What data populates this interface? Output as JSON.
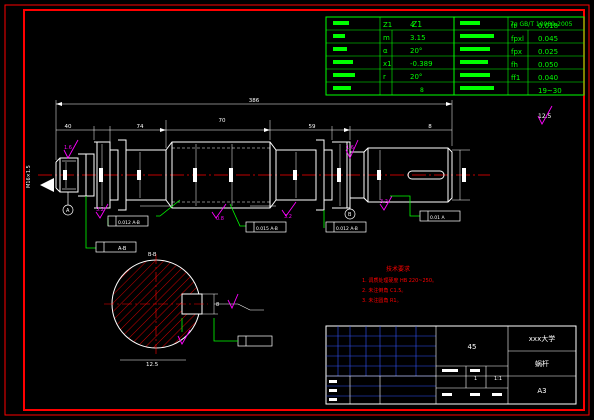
{
  "colors": {
    "background": "#000000",
    "frame": "#ff0000",
    "outline": "#ffffff",
    "table_line": "#00ff00",
    "table_text": "#00ff00",
    "dimension": "#ffffff",
    "annotation": "#ff00ff",
    "centerline": "#ff0000",
    "hatch": "#ff0000",
    "datum_line": "#00ff00",
    "notes_text": "#ff0000",
    "titleblock_line": "#ffffff",
    "titleblock_grid": "#3355ff",
    "arrow": "#ffff00"
  },
  "gear_table": {
    "rows": [
      {
        "symbol": "Z1",
        "value": "4"
      },
      {
        "symbol": "m",
        "value": "3.15"
      },
      {
        "symbol": "α",
        "value": "20°"
      },
      {
        "symbol": "x1",
        "value": "-0.389"
      },
      {
        "symbol": "r",
        "value": "20°"
      },
      {
        "symbol": "",
        "value": "8"
      }
    ],
    "header_value": "Z1",
    "right_header": "7g GB/T 10089-2005",
    "right_rows": [
      {
        "symbol": "fr",
        "value": "0.018"
      },
      {
        "symbol": "fpxl",
        "value": "0.045"
      },
      {
        "symbol": "fpx",
        "value": "0.025"
      },
      {
        "symbol": "fh",
        "value": "0.050"
      },
      {
        "symbol": "ff1",
        "value": "0.040"
      },
      {
        "symbol": "",
        "value": "19~30"
      }
    ]
  },
  "dimensions": {
    "overall_length": "386",
    "seg_a": "40",
    "seg_b": "74",
    "seg_c": "70",
    "seg_d": "59",
    "seg_e": "8"
  },
  "roughness": {
    "corner": "12.5",
    "r1": "1.6",
    "r2": "3.2",
    "r3": "0.8",
    "r4": "3.2",
    "r5": "1.6",
    "r6": "3.2"
  },
  "tolerances": {
    "runout_datum": "A-B",
    "runout_1": "0.012 A-B",
    "runout_2": "0.015 A-B",
    "runout_3": "0.012 A-B",
    "flatness": "0.01 A",
    "datum_a": "A",
    "datum_b": "B",
    "section_label": "B-B"
  },
  "left_callout": "M16×1.5",
  "section": {
    "depth_dim": "12.5",
    "width_dim": "8"
  },
  "notes": {
    "title": "技术要求",
    "lines": [
      "1. 调质处理硬度 HB 220~250。",
      "2. 未注倒角 C1.5。",
      "3. 未注圆角 R1。"
    ]
  },
  "title_block": {
    "material": "45",
    "school": "xxx大学",
    "drawing_name": "蜗杆",
    "sheet_size": "A3",
    "scale_value": "1:1",
    "quantity": "1"
  }
}
